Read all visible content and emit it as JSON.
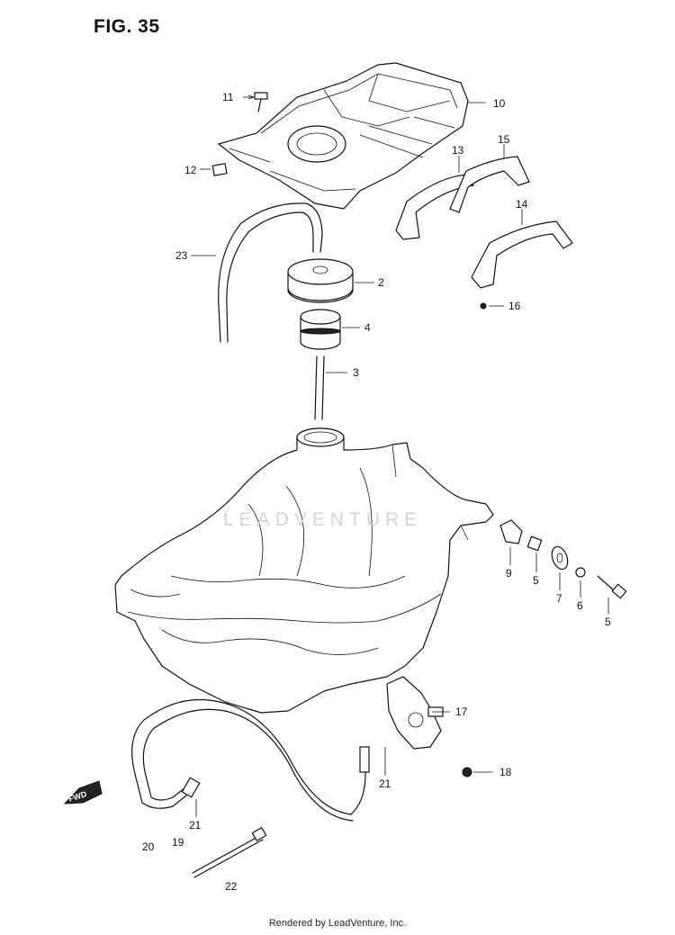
{
  "figure": {
    "title": "FIG. 35",
    "watermark": "LEADVENTURE",
    "footer": "Rendered by LeadVenture, Inc.",
    "front_marker": "FWD"
  },
  "callouts": [
    {
      "id": "11",
      "label": "11"
    },
    {
      "id": "10",
      "label": "10"
    },
    {
      "id": "12",
      "label": "12"
    },
    {
      "id": "13",
      "label": "13"
    },
    {
      "id": "15",
      "label": "15"
    },
    {
      "id": "14",
      "label": "14"
    },
    {
      "id": "23",
      "label": "23"
    },
    {
      "id": "2",
      "label": "2"
    },
    {
      "id": "16",
      "label": "16"
    },
    {
      "id": "4",
      "label": "4"
    },
    {
      "id": "3",
      "label": "3"
    },
    {
      "id": "9",
      "label": "9"
    },
    {
      "id": "5a",
      "label": "5"
    },
    {
      "id": "7",
      "label": "7"
    },
    {
      "id": "6",
      "label": "6"
    },
    {
      "id": "5b",
      "label": "5"
    },
    {
      "id": "17",
      "label": "17"
    },
    {
      "id": "18",
      "label": "18"
    },
    {
      "id": "21a",
      "label": "21"
    },
    {
      "id": "21b",
      "label": "21"
    },
    {
      "id": "20",
      "label": "20"
    },
    {
      "id": "19",
      "label": "19"
    },
    {
      "id": "22",
      "label": "22"
    }
  ]
}
